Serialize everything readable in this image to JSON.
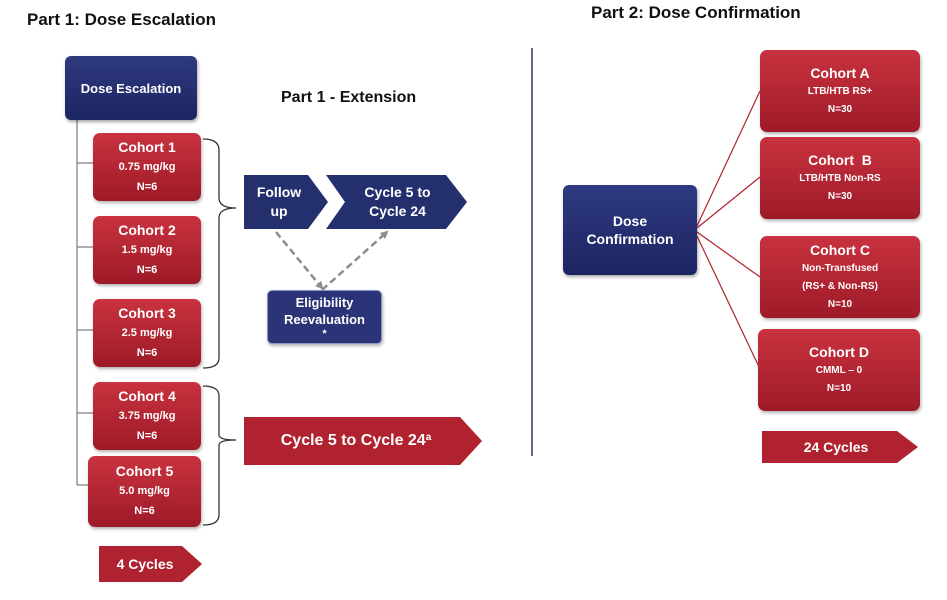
{
  "part1": {
    "heading": "Part 1: Dose Escalation",
    "dose_escalation_label": "Dose Escalation",
    "cohorts": [
      {
        "title": "Cohort 1",
        "dose": "0.75 mg/kg",
        "n": "N=6"
      },
      {
        "title": "Cohort 2",
        "dose": "1.5 mg/kg",
        "n": "N=6"
      },
      {
        "title": "Cohort 3",
        "dose": "2.5 mg/kg",
        "n": "N=6"
      },
      {
        "title": "Cohort 4",
        "dose": "3.75 mg/kg",
        "n": "N=6"
      },
      {
        "title": "Cohort 5",
        "dose": "5.0 mg/kg",
        "n": "N=6"
      }
    ],
    "four_cycles_label": "4 Cycles",
    "cycle_24_label": "Cycle 5 to Cycle 24",
    "cycle_24_superscript": "a"
  },
  "extension": {
    "heading": "Part 1 - Extension",
    "follow_up_line1": "Follow",
    "follow_up_line2": "up",
    "cycle_line1": "Cycle 5 to",
    "cycle_line2": "Cycle 24",
    "eligibility_line1": "Eligibility",
    "eligibility_line2": "Reevaluation",
    "eligibility_line3": "*"
  },
  "part2": {
    "heading": "Part 2: Dose Confirmation",
    "dose_confirmation_line1": "Dose",
    "dose_confirmation_line2": "Confirmation",
    "cohorts": [
      {
        "title": "Cohort A",
        "line1": "LTB/HTB RS+",
        "line2": "N=30"
      },
      {
        "title": "Cohort  B",
        "line1": "LTB/HTB Non-RS",
        "line2": "N=30"
      },
      {
        "title": "Cohort C",
        "line1": "Non-Transfused",
        "line2": "(RS+ & Non-RS)",
        "line3": "N=10"
      },
      {
        "title": "Cohort D",
        "line1": "CMML – 0",
        "line2": "N=10"
      }
    ],
    "cycles_label": "24 Cycles"
  },
  "colors": {
    "navy": "#1c2562",
    "red": "#b0222f",
    "dashed_arrow": "#8c8c8c",
    "divider": "#2c3a7a"
  }
}
